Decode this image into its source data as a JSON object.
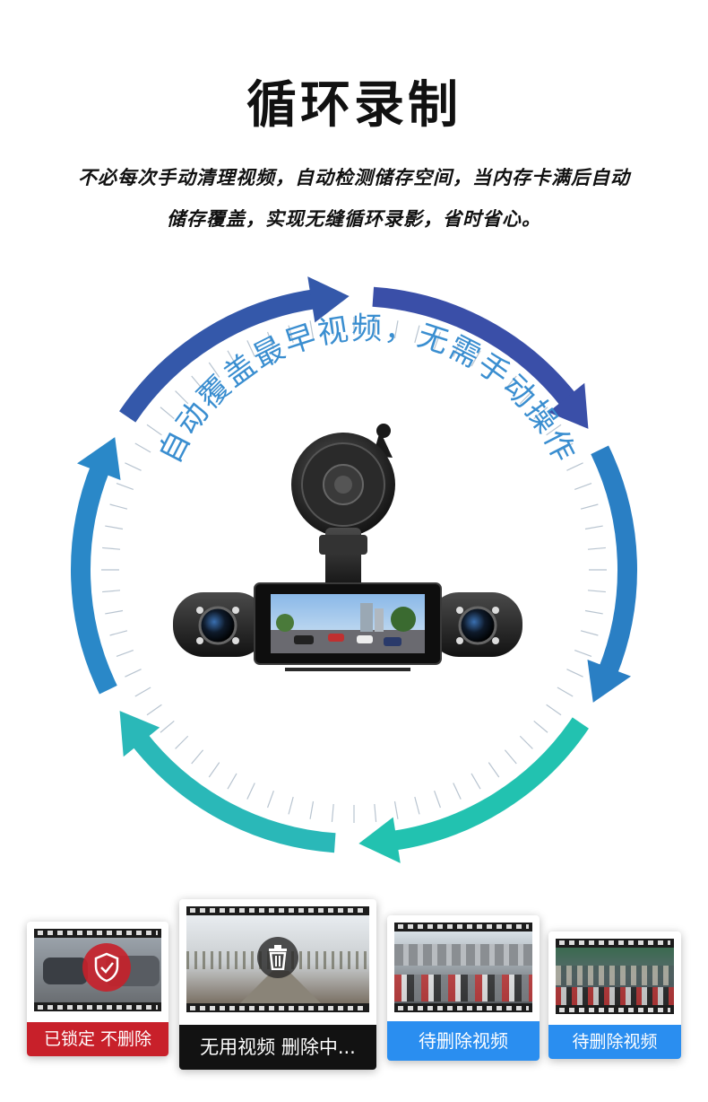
{
  "title": "循环录制",
  "description": {
    "line1": "不必每次手动清理视频，自动检测储存空间，当内存卡满后自动",
    "line2": "储存覆盖，实现无缝循环录影，省时省心。"
  },
  "ring": {
    "arc_text": "自动覆盖最早视频，无需手动操作",
    "colors": [
      "#3a4fa8",
      "#2a7fc4",
      "#22c2b0",
      "#2ab8b8",
      "#2a88c8",
      "#3458aa"
    ]
  },
  "cards": [
    {
      "caption": "已锁定  不删除",
      "color": "#c8202a",
      "icon": "shield-check-icon"
    },
    {
      "caption": "无用视频  删除中...",
      "color": "#121212",
      "icon": "trash-icon"
    },
    {
      "caption": "待删除视频",
      "color": "#2a8ef0",
      "icon": ""
    },
    {
      "caption": "待删除视频",
      "color": "#2a8ef0",
      "icon": ""
    }
  ]
}
